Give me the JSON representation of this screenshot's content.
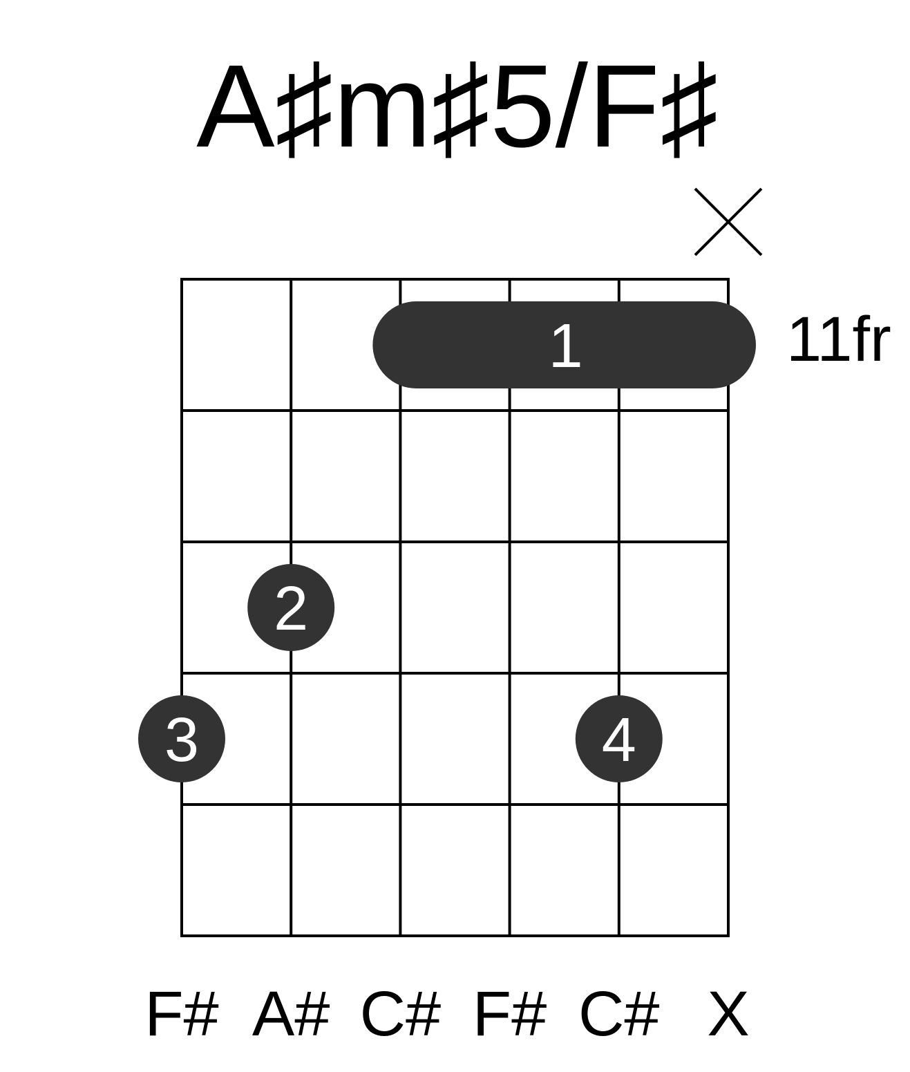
{
  "title": "A♯m♯5/F♯",
  "fret_position": "11fr",
  "colors": {
    "grid": "#000000",
    "marker_fill": "#333333",
    "marker_text": "#ffffff",
    "background": "#ffffff"
  },
  "strings": 6,
  "frets_shown": 5,
  "muted_strings": [
    6
  ],
  "barre": {
    "fret": 1,
    "from_string": 3,
    "to_string": 6,
    "finger": "1"
  },
  "fingers": [
    {
      "string": 2,
      "fret": 3,
      "finger": "2"
    },
    {
      "string": 1,
      "fret": 4,
      "finger": "3"
    },
    {
      "string": 5,
      "fret": 4,
      "finger": "4"
    }
  ],
  "string_notes": [
    "F#",
    "A#",
    "C#",
    "F#",
    "C#",
    "X"
  ]
}
